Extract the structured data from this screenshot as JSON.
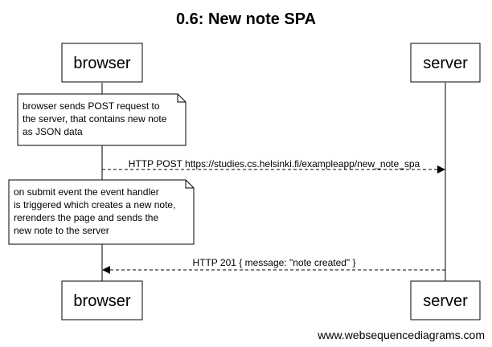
{
  "title": "0.6: New note SPA",
  "participants": {
    "browser": "browser",
    "server": "server"
  },
  "notes": {
    "first": [
      "browser sends POST request to",
      "the server, that contains new note",
      "as JSON data"
    ],
    "second": [
      "on submit event the event handler",
      "is triggered which creates a new note,",
      "rerenders the page and sends the",
      "new note to the server"
    ]
  },
  "messages": {
    "post": "HTTP POST https://studies.cs.helsinki.fi/exampleapp/new_note_spa",
    "created": "HTTP 201 { message: \"note created\" }"
  },
  "footer": "www.websequencediagrams.com"
}
